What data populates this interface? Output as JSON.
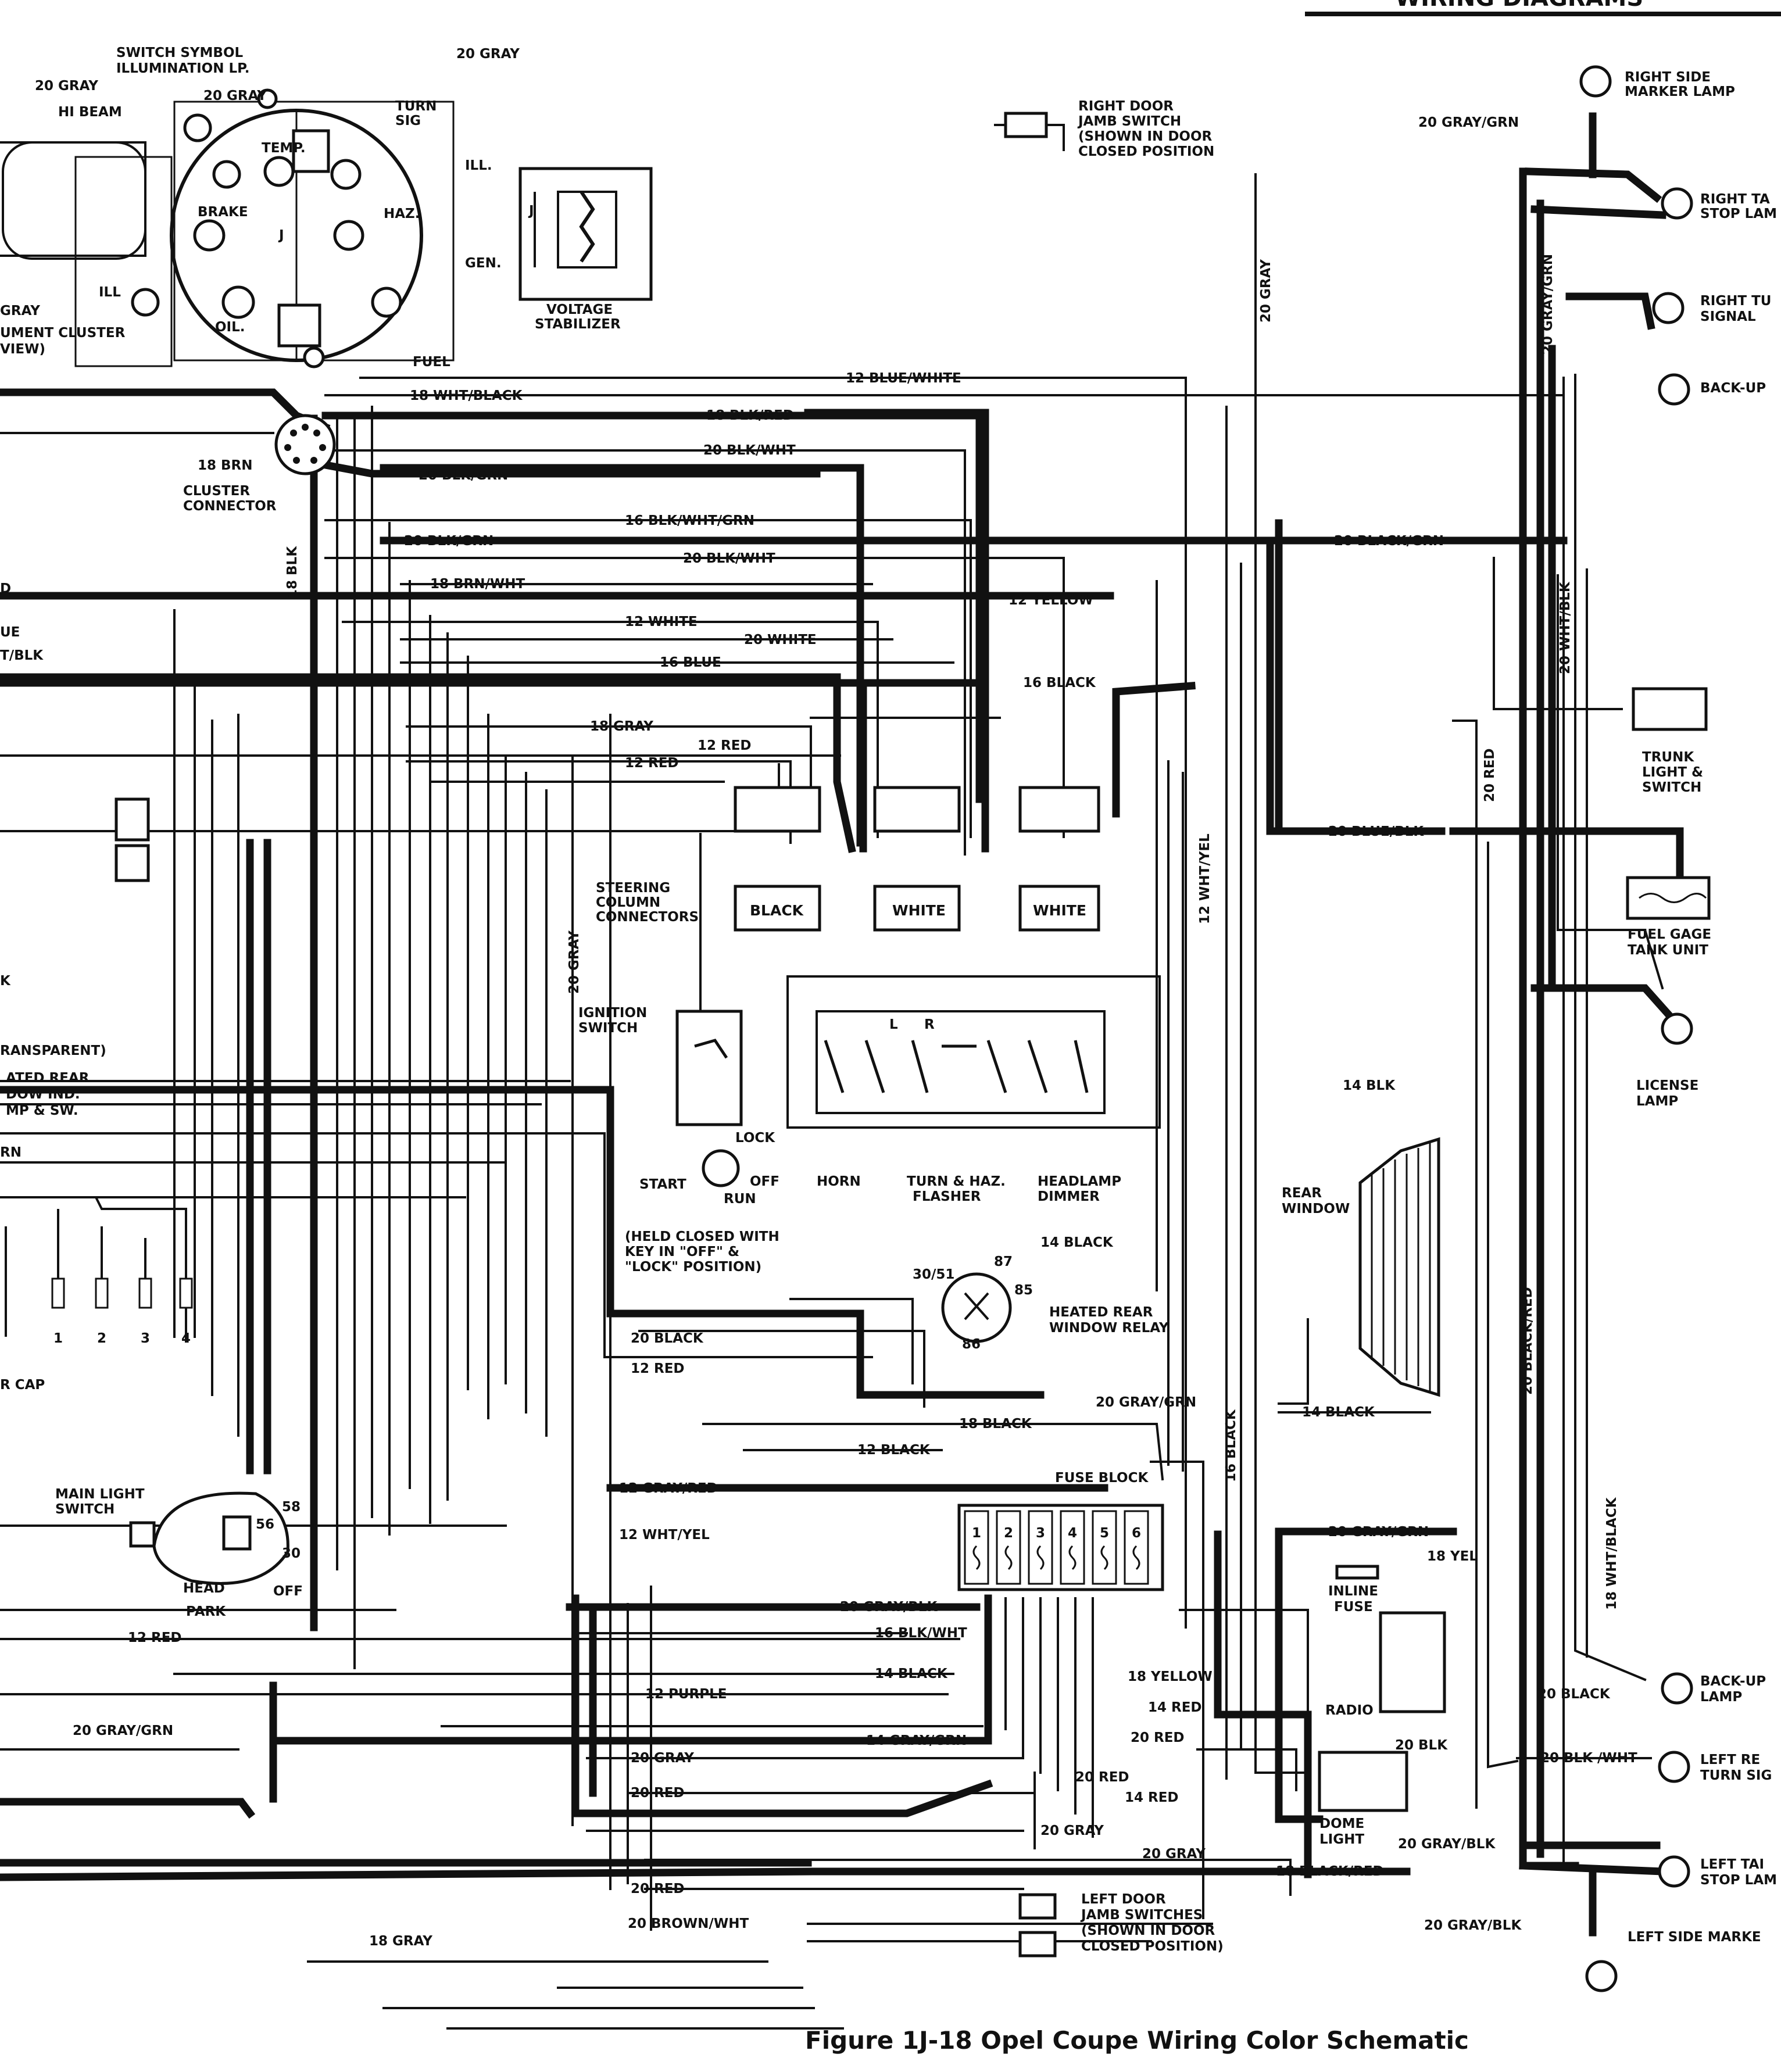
{
  "page": {
    "header_fragment": "WIRING DIAGRAMS",
    "caption": "Figure 1J-18 Opel Coupe Wiring Color Schematic"
  },
  "cluster": {
    "switch_symbol": "SWITCH SYMBOL",
    "illum_lp": "ILLUMINATION LP.",
    "gray_top": "20 GRAY",
    "gray_left": "20 GRAY",
    "gray_mid": "20 GRAY",
    "hi_beam": "HI BEAM",
    "turn_sig_1": "TURN",
    "turn_sig_2": "SIG",
    "temp": "TEMP.",
    "brake": "BRAKE",
    "haz": "HAZ.",
    "ill_right": "ILL.",
    "ill_left": "ILL",
    "gen": "GEN.",
    "oil": "OIL.",
    "j": "J",
    "fuel": "FUEL",
    "gray_frag": "GRAY",
    "cluster_frag": "UMENT CLUSTER",
    "view_frag": "VIEW)",
    "connector_brn": "18 BRN",
    "connector_1": "CLUSTER",
    "connector_2": "CONNECTOR",
    "blk_vert": "18 BLK"
  },
  "voltage_stabilizer": {
    "line1": "VOLTAGE",
    "line2": "STABILIZER",
    "j": "J"
  },
  "right_door_jamb": {
    "line1": "RIGHT DOOR",
    "line2": "JAMB SWITCH",
    "line3": "(SHOWN IN DOOR",
    "line4": "CLOSED POSITION"
  },
  "wires": {
    "w_12_blue_white": "12 BLUE/WHITE",
    "w_18_wht_black": "18 WHT/BLACK",
    "w_18_blk_red": "18 BLK/RED",
    "w_20_blk_wht_a": "20 BLK/WHT",
    "w_20_blk_grn_a": "20 BLK/GRN",
    "w_16_blk_wht_grn": "16 BLK/WHT/GRN",
    "w_20_blk_grn_b": "20 BLK/GRN",
    "w_20_black_grn": "20 BLACK/GRN",
    "w_20_blk_wht_b": "20 BLK/WHT",
    "w_18_brn_wht": "18 BRN/WHT",
    "w_12_yellow": "12 YELLOW",
    "w_12_white": "12 WHITE",
    "w_20_white": "20 WHITE",
    "w_16_blue": "16 BLUE",
    "w_16_black": "16 BLACK",
    "w_18_gray": "18 GRAY",
    "w_12_red_a": "12 RED",
    "w_12_red_b": "12 RED",
    "w_20_gray_vert": "20 GRAY",
    "w_20_gray_vert_b": "20 GRAY",
    "w_12_wht_yel_vert": "12 WHT/YEL",
    "w_20_blue_blk": "20 BLUE/BLK",
    "w_20_gray_grn_top": "20 GRAY/GRN",
    "w_20_gray_grn_vert": "20 GRAY/GRN",
    "w_20_wht_blk": "20 WHT/BLK",
    "w_20_red_vert": "20 RED",
    "w_14_black_a": "14 BLACK",
    "w_14_blk": "14 BLK",
    "w_20_black_relay": "20 BLACK",
    "w_12_red_relay": "12 RED",
    "w_20_gray_grn_relay": "20 GRAY/GRN",
    "w_14_black_b": "14 BLACK",
    "w_18_black": "18 BLACK",
    "w_12_black": "12 BLACK",
    "w_16_black_vert": "16 BLACK",
    "w_20_black_red_vert": "20 BLACK/RED",
    "w_12_gray_red": "12 GRAY/RED",
    "w_12_wht_yel": "12 WHT/YEL",
    "w_20_gray_grn_right": "20 GRAY/GRN",
    "w_18_yel": "18 YEL",
    "w_18_wht_black_vert": "18 WHT/BLACK",
    "w_20_gray_blk_a": "20 GRAY/BLK",
    "w_16_blk_wht": "16 BLK/WHT",
    "w_14_black_c": "14 BLACK",
    "w_18_yellow": "18 YELLOW",
    "w_12_purple": "12 PURPLE",
    "w_14_red_a": "14 RED",
    "w_20_red_a": "20 RED",
    "w_14_gray_grn": "14 GRAY/GRN",
    "w_20_gray_a": "20 GRAY",
    "w_20_red_b": "20 RED",
    "w_20_red_c": "20 RED",
    "w_14_red_b": "14 RED",
    "w_20_gray_b": "20 GRAY",
    "w_20_gray_c": "20 GRAY",
    "w_20_red_d": "20 RED",
    "w_20_brown_wht": "20 BROWN/WHT",
    "w_18_gray_b": "18 GRAY",
    "w_18_black_red": "18 BLACK/RED",
    "w_20_gray_blk_b": "20 GRAY/BLK",
    "w_20_gray_blk_c": "20 GRAY/BLK",
    "w_20_blk": "20 BLK",
    "w_20_blk_wht_c": "20 BLK /WHT",
    "w_20_black_radio": "20 BLACK",
    "w_12_red_left": "12 RED",
    "w_20_gray_grn_left": "20 GRAY/GRN"
  },
  "left_fragments": {
    "d": "D",
    "ue": "UE",
    "t_blk": "T/BLK",
    "k": "K",
    "transparent": "RANSPARENT)",
    "heated_1": "ATED REAR",
    "heated_2": "DOW IND.",
    "heated_3": "MP & SW.",
    "rn": "RN",
    "r_cap": "R  CAP",
    "p1": "1",
    "p2": "2",
    "p3": "3",
    "p4": "4"
  },
  "steering": {
    "label_1": "STEERING",
    "label_2": "COLUMN",
    "label_3": "CONNECTORS",
    "black": "BLACK",
    "white_a": "WHITE",
    "white_b": "WHITE",
    "ign_1": "IGNITION",
    "ign_2": "SWITCH",
    "lock": "LOCK",
    "start": "START",
    "off": "OFF",
    "run": "RUN",
    "held_1": "(HELD CLOSED WITH",
    "held_2": "KEY IN \"OFF\" &",
    "held_3": "\"LOCK\" POSITION)",
    "horn": "HORN",
    "turn_1": "TURN & HAZ.",
    "turn_2": "FLASHER",
    "head_1": "HEADLAMP",
    "head_2": "DIMMER",
    "l": "L",
    "r": "R"
  },
  "relay": {
    "p3051": "30/51",
    "p87": "87",
    "p85": "85",
    "p86": "86",
    "label_1": "HEATED REAR",
    "label_2": "WINDOW RELAY"
  },
  "fuse_block": {
    "title": "FUSE BLOCK",
    "fuses": [
      "1",
      "2",
      "3",
      "4",
      "5",
      "6"
    ]
  },
  "main_light": {
    "l1": "MAIN LIGHT",
    "l2": "SWITCH",
    "p58": "58",
    "p56": "56",
    "p30": "30",
    "head": "HEAD",
    "park": "PARK",
    "off": "OFF"
  },
  "right_components": {
    "right_side_marker_1": "RIGHT SIDE",
    "right_side_marker_2": "MARKER LAMP",
    "right_tail_1": "RIGHT TA",
    "right_tail_2": "STOP LAM",
    "right_turn_1": "RIGHT TU",
    "right_turn_2": "SIGNAL",
    "backup_top": "BACK-UP",
    "trunk_1": "TRUNK",
    "trunk_2": "LIGHT &",
    "trunk_3": "SWITCH",
    "fuel_1": "FUEL GAGE",
    "fuel_2": "TANK UNIT",
    "license_1": "LICENSE",
    "license_2": "LAMP",
    "rear_1": "REAR",
    "rear_2": "WINDOW",
    "inline_1": "INLINE",
    "inline_2": "FUSE",
    "radio": "RADIO",
    "dome_1": "DOME",
    "dome_2": "LIGHT",
    "backup_1": "BACK-UP",
    "backup_2": "LAMP",
    "left_rear_1": "LEFT RE",
    "left_rear_2": "TURN SIG",
    "left_tail_1": "LEFT TAI",
    "left_tail_2": "STOP LAM",
    "left_marker": "LEFT SIDE MARKE",
    "left_door_1": "LEFT DOOR",
    "left_door_2": "JAMB SWITCHES",
    "left_door_3": "(SHOWN IN DOOR",
    "left_door_4": "CLOSED POSITION)"
  }
}
